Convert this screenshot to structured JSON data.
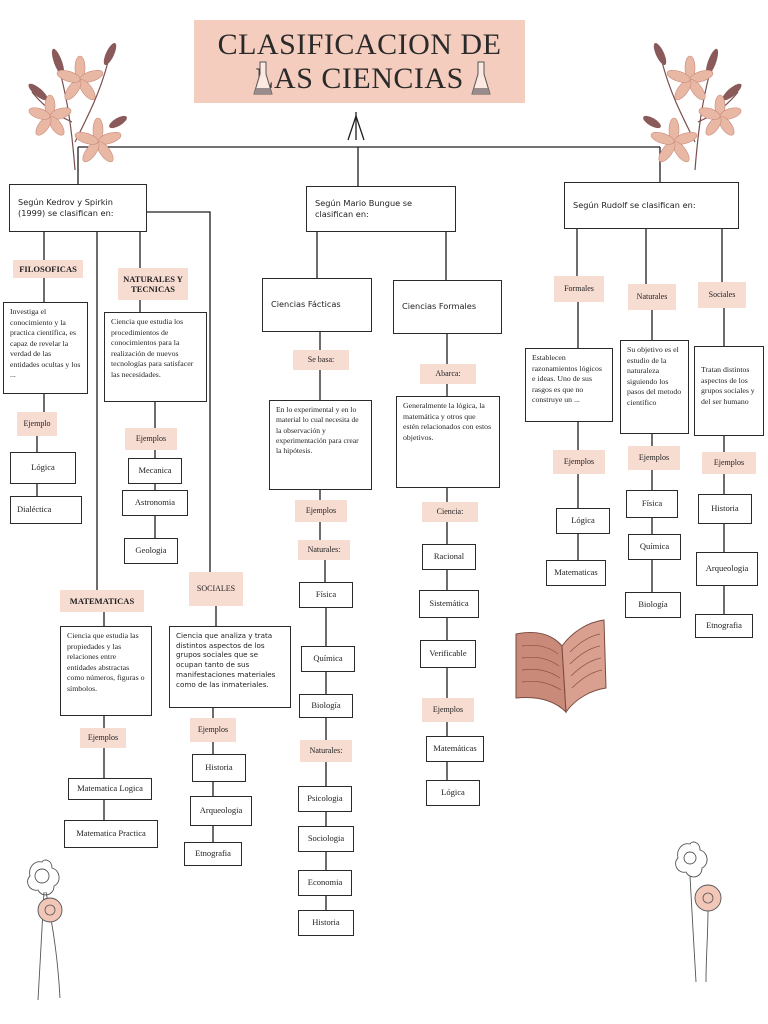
{
  "title": "CLASIFICACION DE LAS CIENCIAS",
  "colors": {
    "accent": "#f4cdbf",
    "tag": "#f7dcd2",
    "flower": "#e9b8a5",
    "leaf": "#8a5a5a",
    "book": "#c98a7a"
  },
  "left": {
    "header": "Según Kedrov y Spirkin (1999) se clasifican en:",
    "filosoficas": {
      "tag": "FILOSOFICAS",
      "desc": "Investiga el conocimiento y la practica científica, es capaz de revelar la verdad de las entidades ocultas y los ...",
      "ejemplo": "Ejemplo",
      "items": [
        "Lógica",
        "Dialéctica"
      ]
    },
    "naturales": {
      "tag": "NATURALES Y TECNICAS",
      "desc": "Ciencia que estudia los procedimientos de conocimientos para la realización de nuevos tecnologías para satisfacer las necesidades.",
      "ejemplos": "Ejemplos",
      "items": [
        "Mecanica",
        "Astronomia",
        "Geologia"
      ]
    },
    "matematicas": {
      "tag": "MATEMATICAS",
      "desc": "Ciencia que estudia las propiedades y las relaciones entre entidades abstractas como números, figuras o símbolos.",
      "ejemplos": "Ejemplos",
      "items": [
        "Matematica Logica",
        "Matematica Practica"
      ]
    },
    "sociales": {
      "tag": "SOCIALES",
      "desc": "Ciencia que analiza y trata distintos aspectos de los grupos sociales que se ocupan tanto de sus manifestaciones materiales como de las inmateriales.",
      "ejemplos": "Ejemplos",
      "items": [
        "Historia",
        "Arqueologia",
        "Etnografia"
      ]
    }
  },
  "center": {
    "header": "Según Mario Bungue se clasifican en:",
    "facticas": {
      "label": "Ciencias Fácticas",
      "tag": "Se basa:",
      "desc": "En lo experimental y en lo material lo cual necesita de la observación y experimentación para crear la hipótesis.",
      "ejemplos": "Ejemplos",
      "naturales1": "Naturales:",
      "items1": [
        "Física",
        "Química",
        "Biología"
      ],
      "naturales2": "Naturales:",
      "items2": [
        "Psicologia",
        "Sociologia",
        "Economia",
        "Historia"
      ]
    },
    "formales": {
      "label": "Ciencias Formales",
      "tag": "Abarca:",
      "desc": "Generalmente la lógica, la matemática y otros que estén relacionados con estos objetivos.",
      "ciencia": "Ciencia:",
      "items1": [
        "Racional",
        "Sistemática",
        "Verificable"
      ],
      "ejemplos": "Ejemplos",
      "items2": [
        "Matemáticas",
        "Lógica"
      ]
    }
  },
  "right": {
    "header": "Según Rudolf se clasifican en:",
    "formales": {
      "tag": "Formales",
      "desc": "Establecen razonamientos lógicos e ideas. Uno de sus rasgos es que no construye un ...",
      "ejemplos": "Ejemplos",
      "items": [
        "Lógica",
        "Matematicas"
      ]
    },
    "naturales": {
      "tag": "Naturales",
      "desc": "Su objetivo es el estudio de la naturaleza siguiendo los pasos del metodo científico",
      "ejemplos": "Ejemplos",
      "items": [
        "Física",
        "Química",
        "Biología"
      ]
    },
    "sociales": {
      "tag": "Sociales",
      "desc": "Tratan distintos aspectos de los grupos sociales y del ser humano",
      "ejemplos": "Ejemplos",
      "items": [
        "Historia",
        "Arqueologia",
        "Etnografia"
      ]
    }
  },
  "decor": [
    "flower-bouquet-icon",
    "flask-icon",
    "open-book-icon",
    "line-flower-icon"
  ]
}
